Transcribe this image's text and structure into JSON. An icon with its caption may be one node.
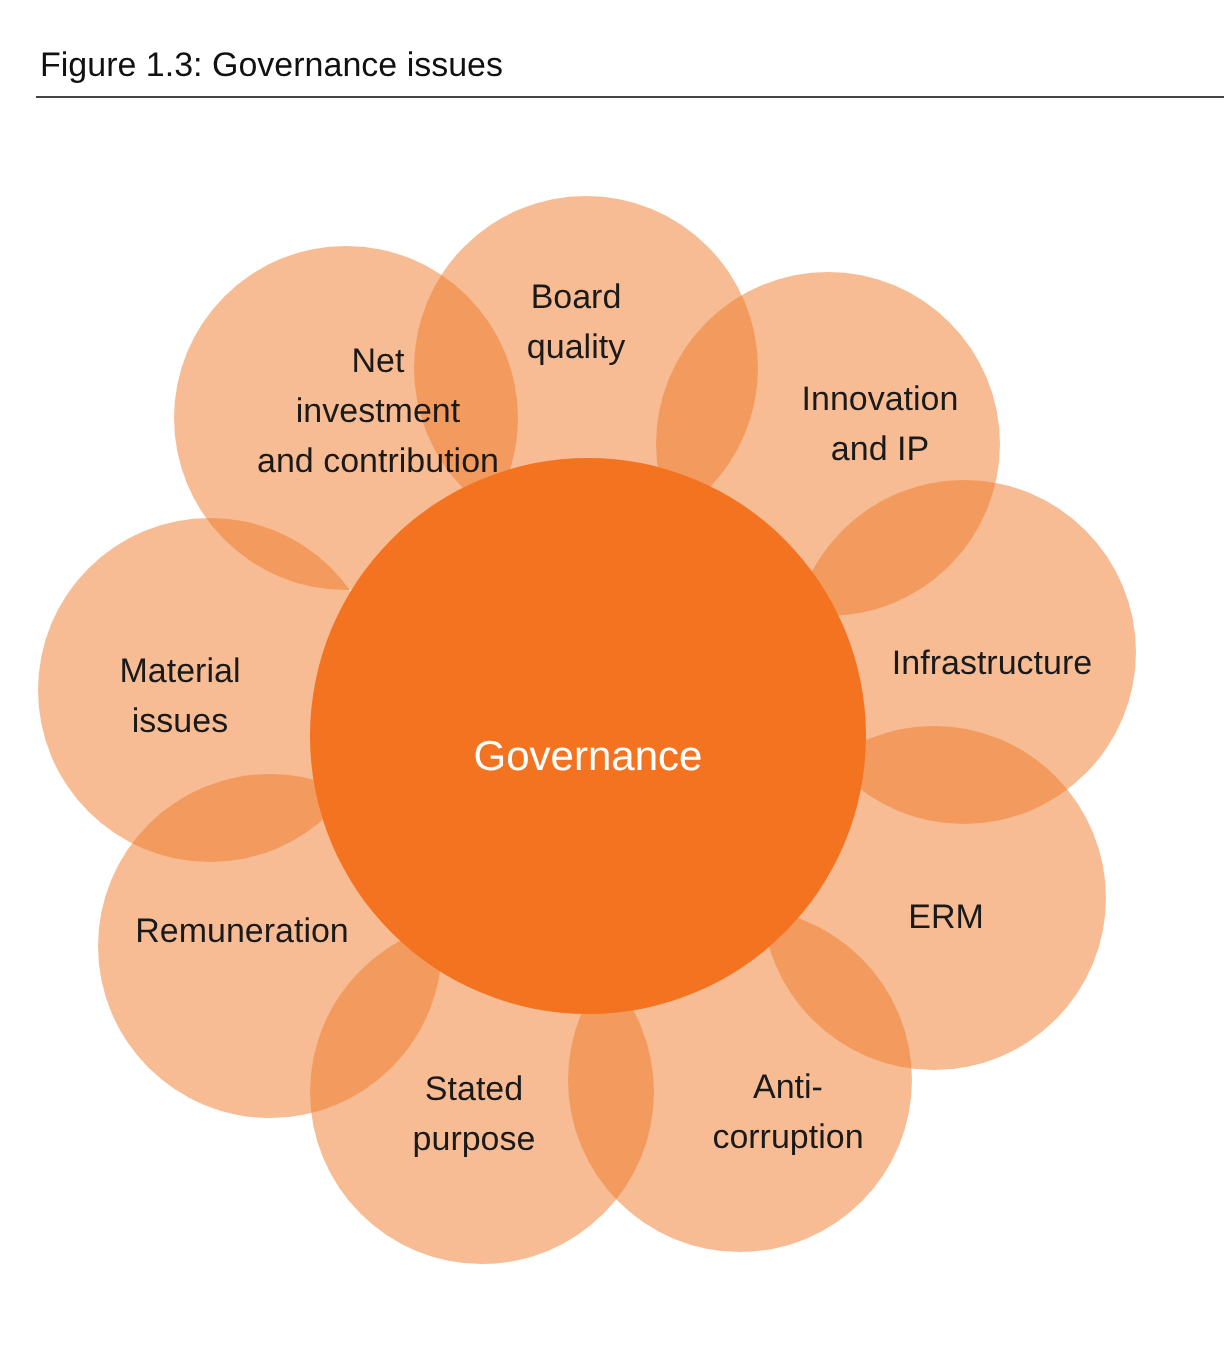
{
  "diagram": {
    "title": "Figure 1.3: Governance issues",
    "nodes": [
      {
        "text": [
          "Governance"
        ]
      },
      {
        "text": [
          "Board quality"
        ]
      },
      {
        "text": [
          "Innovation and IP"
        ]
      },
      {
        "text": [
          "Infrastructure"
        ]
      },
      {
        "text": [
          "ERM"
        ]
      },
      {
        "text": [
          "Anti-corruption"
        ]
      },
      {
        "text": [
          "Stated purpose"
        ]
      },
      {
        "text": [
          "Remuneration"
        ]
      },
      {
        "text": [
          "Material issues"
        ]
      },
      {
        "text": [
          "Net investment and contribution"
        ]
      }
    ]
  }
}
